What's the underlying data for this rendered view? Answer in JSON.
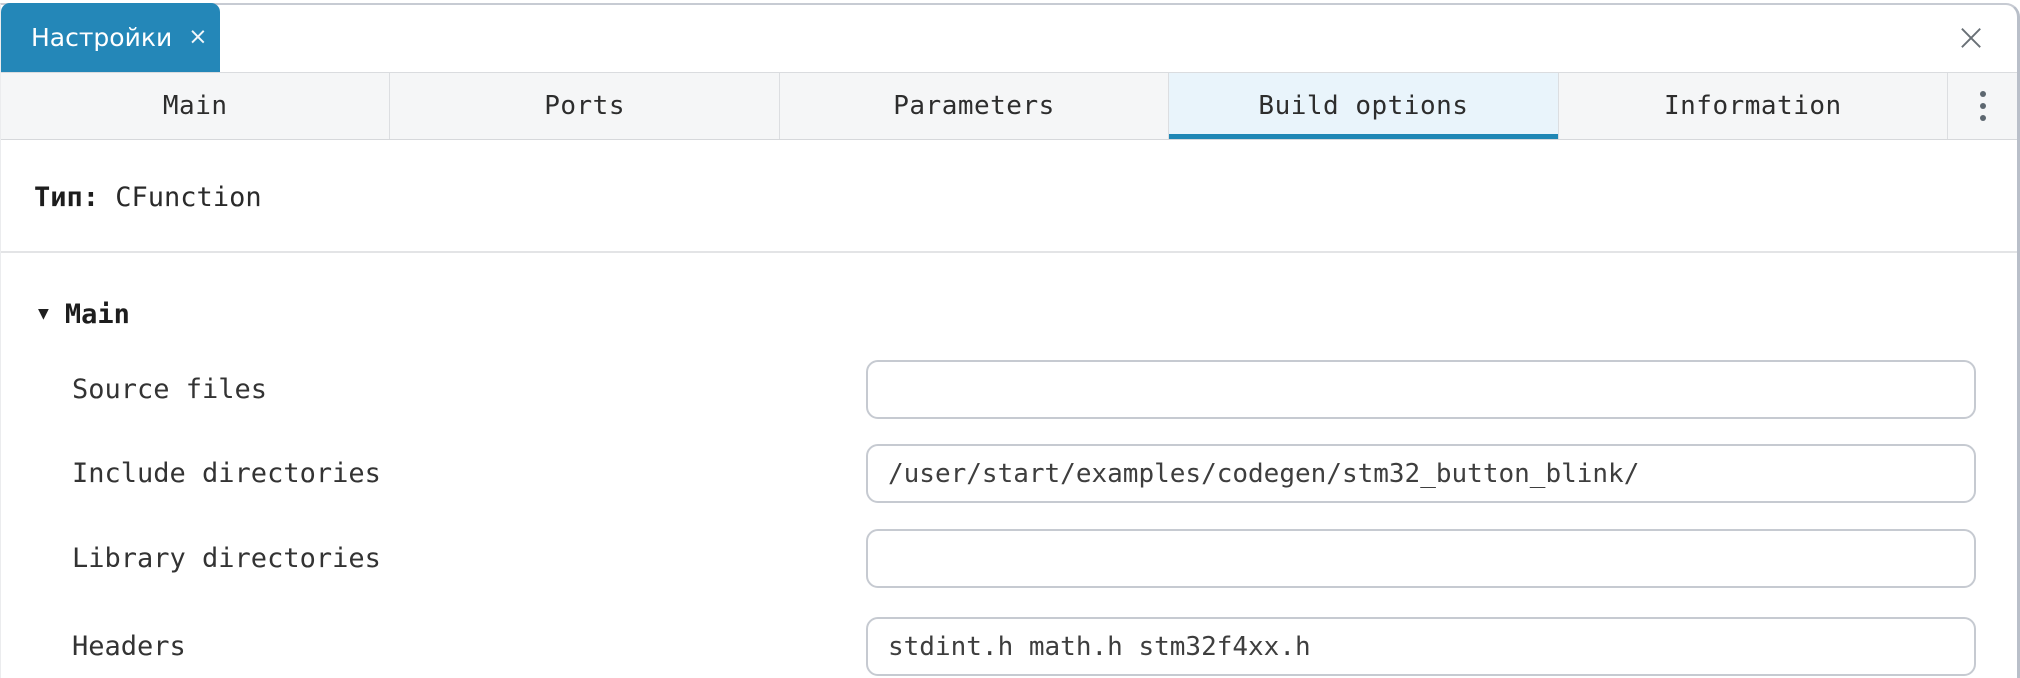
{
  "window": {
    "doc_tab": {
      "title": "Настройки",
      "close_glyph": "×"
    },
    "close_glyph": "×"
  },
  "colors": {
    "doc_tab_teal": "#2487b8",
    "active_tab_bg": "#e9f4fb",
    "active_tab_underline": "#1f87b5",
    "tabbar_bg": "#f5f6f7",
    "panel_border": "#b9bfc9",
    "input_border": "#c6cad1"
  },
  "icons": {
    "collapse_open": "▼",
    "kebab": "⋮",
    "close": "×"
  },
  "tabbar": {
    "tabs": [
      {
        "label": "Main",
        "active": false
      },
      {
        "label": "Ports",
        "active": false
      },
      {
        "label": "Parameters",
        "active": false
      },
      {
        "label": "Build options",
        "active": true
      },
      {
        "label": "Information",
        "active": false
      }
    ]
  },
  "content": {
    "type_label": "Тип: ",
    "type_value": "CFunction",
    "section": {
      "title": "Main"
    },
    "fields": [
      {
        "label": "Source files",
        "value": ""
      },
      {
        "label": "Include directories",
        "value": "/user/start/examples/codegen/stm32_button_blink/"
      },
      {
        "label": "Library directories",
        "value": ""
      },
      {
        "label": "Headers",
        "value": "stdint.h math.h stm32f4xx.h"
      }
    ]
  }
}
